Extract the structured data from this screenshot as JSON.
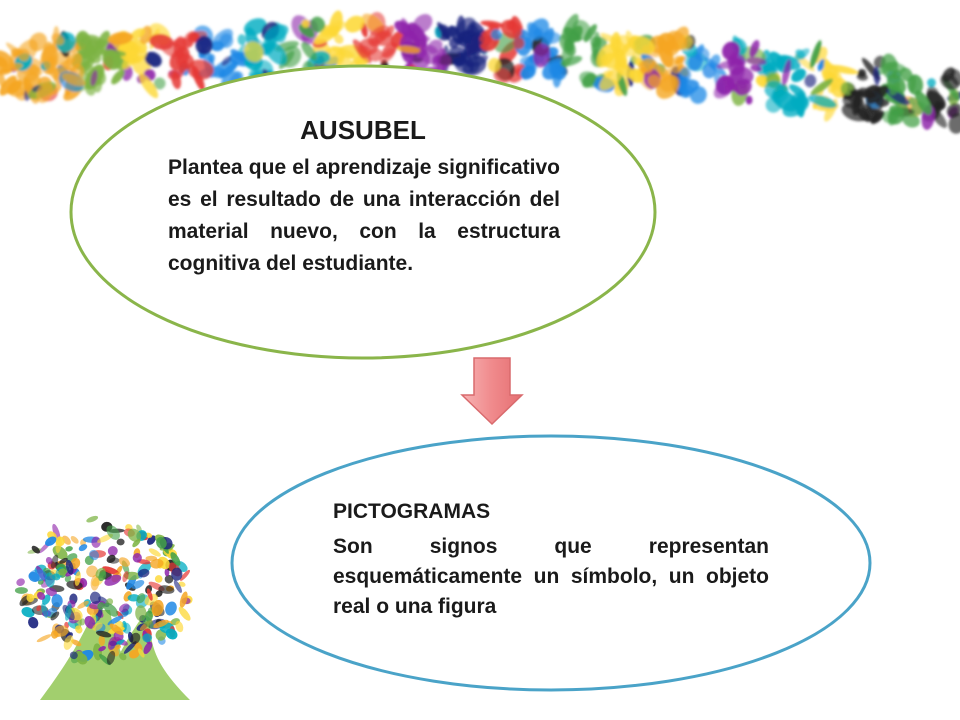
{
  "ausubel": {
    "title": "AUSUBEL",
    "body": "Plantea que el aprendizaje significativo es el resultado de una interacción del material nuevo, con la estructura cognitiva del estudiante."
  },
  "pictogramas": {
    "title": "PICTOGRAMAS",
    "body": "Son signos que representan esquemáticamente un símbolo, un objeto real o una figura"
  },
  "colors": {
    "ellipse_top_border": "#8ab54a",
    "ellipse_bottom_border": "#4aa3c8",
    "arrow_fill": "#f08a8c",
    "text": "#1a1a1a",
    "paint_palette": [
      "#f5a623",
      "#e53935",
      "#fdd835",
      "#43a047",
      "#1e88e5",
      "#1a237e",
      "#8e24aa",
      "#00acc1",
      "#212121",
      "#7cb342"
    ]
  }
}
